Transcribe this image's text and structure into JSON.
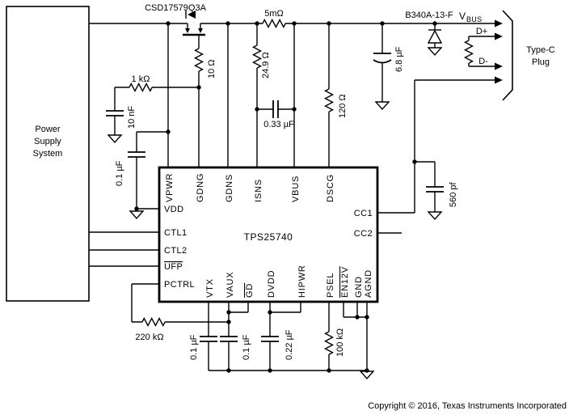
{
  "labels": {
    "mosfet": "CSD17579Q3A",
    "shunt": "5mΩ",
    "diode": "B340A-13-F",
    "vbus_v": "V",
    "vbus_sub": "BUS",
    "dplus": "D+",
    "dminus": "D-",
    "plug1": "Type-C",
    "plug2": "Plug",
    "r_1k": "1 kΩ",
    "r_10": "10 Ω",
    "c_10n": "10 nF",
    "c_vpwr": "0.1 µF",
    "r_24_9": "24.9 Ω",
    "c_0_33": "0.33 µF",
    "r_120": "120 Ω",
    "c_6_8": "6.8 µF",
    "c_560p": "560 pf",
    "r_220k": "220 kΩ",
    "c_vtx": "0.1 µF",
    "c_vaux": "0.1 µF",
    "c_dvdd": "0.22 µF",
    "r_100k": "100 kΩ",
    "copyright": "Copyright © 2016, Texas Instruments Incorporated"
  },
  "power_supply": {
    "line1": "Power",
    "line2": "Supply",
    "line3": "System"
  },
  "ic": {
    "part": "TPS25740",
    "pins_top": [
      "VPWR",
      "GDNG",
      "GDNS",
      "ISNS",
      "VBUS",
      "DSCG"
    ],
    "pins_left": [
      "VDD",
      "CTL1",
      "CTL2",
      "UFP",
      "PCTRL"
    ],
    "pins_right": [
      "CC1",
      "CC2"
    ],
    "pins_bottom": [
      "VTX",
      "VAUX",
      "GD",
      "DVDD",
      "HIPWR",
      "PSEL",
      "EN12V",
      "GND",
      "AGND"
    ]
  }
}
